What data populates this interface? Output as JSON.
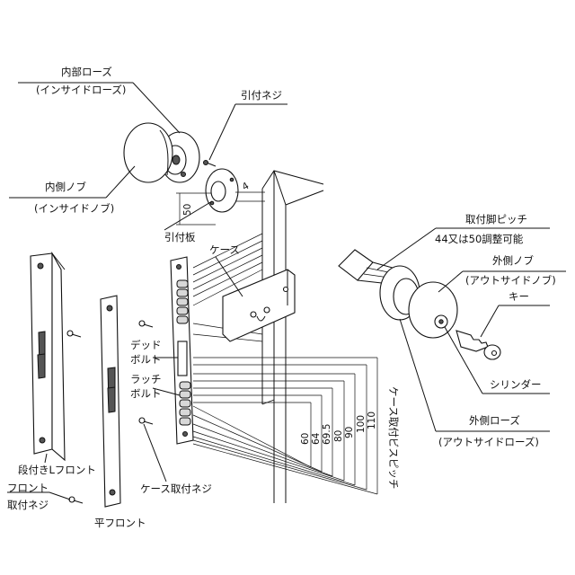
{
  "colors": {
    "line": "#111111",
    "background": "#ffffff",
    "shade": "#d8d8d8"
  },
  "labels": {
    "inner_rose": "内部ローズ",
    "inner_rose_sub": "(インサイドローズ)",
    "mounting_screw": "引付ネジ",
    "inner_knob": "内側ノブ",
    "inner_knob_sub": "(インサイドノブ)",
    "mounting_plate": "引付板",
    "case": "ケース",
    "leg_pitch": "取付脚ピッチ",
    "leg_pitch_note": "44又は50調整可能",
    "outer_knob": "外側ノブ",
    "outer_knob_sub": "(アウトサイドノブ)",
    "key": "キー",
    "cylinder": "シリンダー",
    "outer_rose": "外側ローズ",
    "outer_rose_sub": "(アウトサイドローズ)",
    "deadbolt_line1": "デッド",
    "deadbolt_line2": "ボルト",
    "latchbolt_line1": "ラッチ",
    "latchbolt_line2": "ボルト",
    "stepped_front": "段付きLフロント",
    "case_screw": "ケース取付ネジ",
    "front_screw_line1": "フロント",
    "front_screw_line2": "取付ネジ",
    "flat_front": "平フロント",
    "case_pitch_vertical": "ケース取付ビスピッチ"
  },
  "dimensions": {
    "plate_height": "50",
    "plate_offset": "4",
    "pitch_values": [
      "60",
      "64",
      "69.5",
      "80",
      "90",
      "100",
      "110"
    ]
  }
}
